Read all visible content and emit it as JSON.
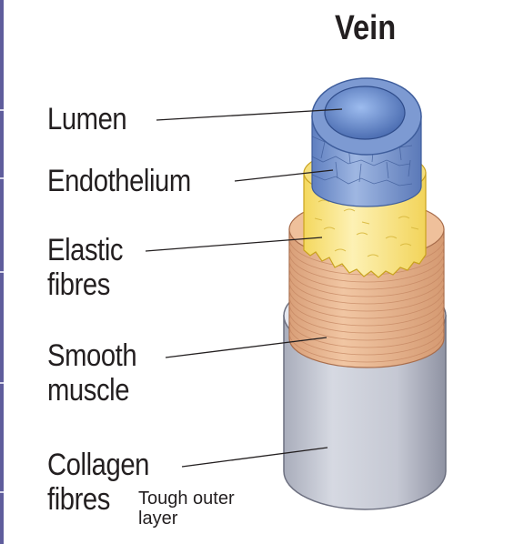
{
  "title": "Vein",
  "labels": {
    "lumen": "Lumen",
    "endothelium": "Endothelium",
    "elastic_fibres": "Elastic\nfibres",
    "smooth_muscle": "Smooth\nmuscle",
    "collagen_fibres": "Collagen\nfibres"
  },
  "note": "Tough outer\nlayer",
  "colors": {
    "collagen": "#c9ccd6",
    "muscle": "#eab993",
    "elastic": "#fbe98f",
    "endothelium": "#7c9bd4",
    "frame_edge": "#5f5d9c"
  }
}
